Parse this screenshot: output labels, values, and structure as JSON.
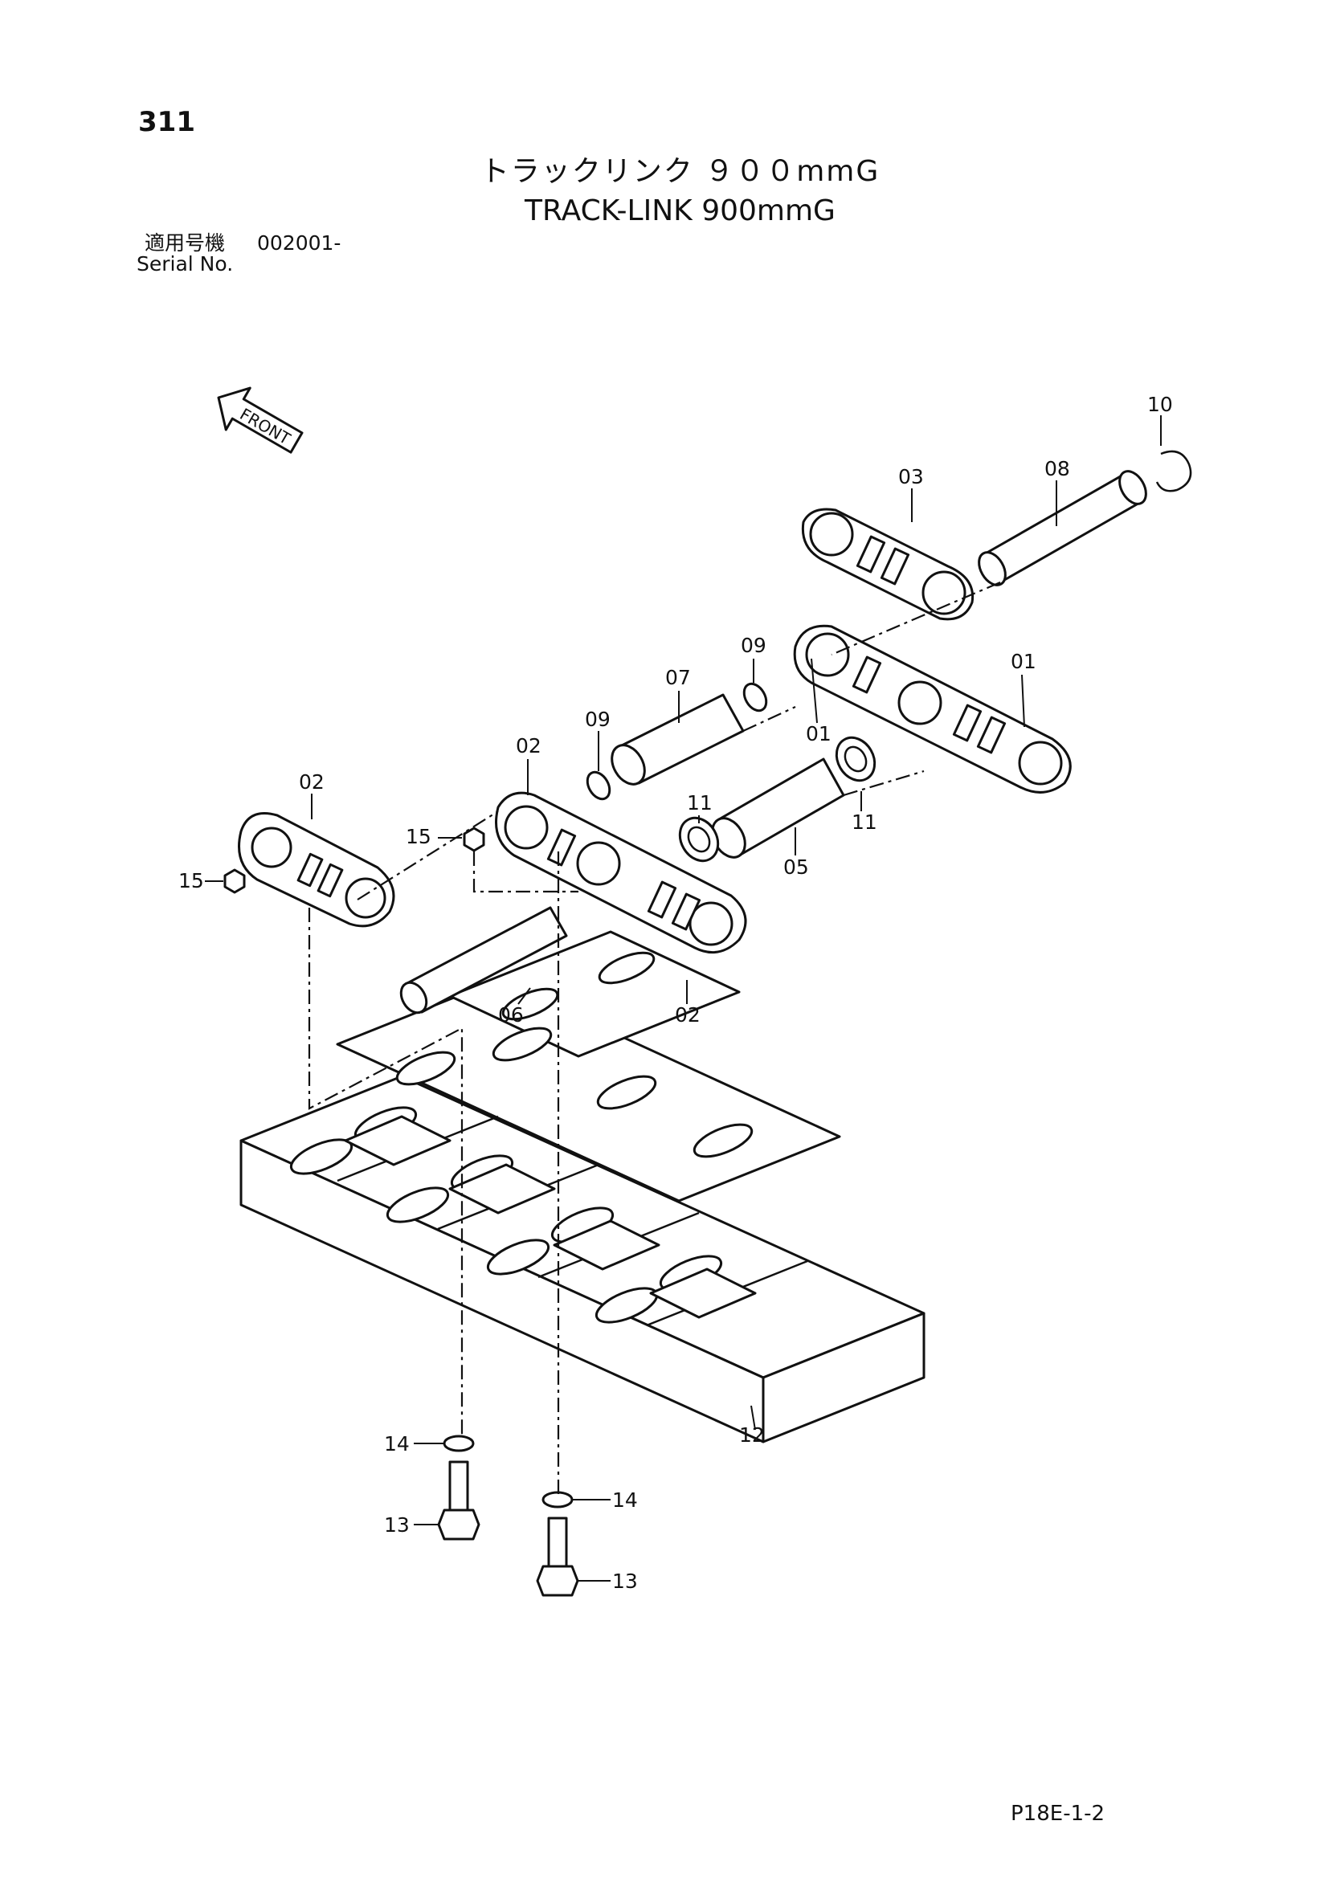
{
  "page": {
    "number": "311",
    "title_jp": "トラックリンク ９００mmG",
    "title_en": "TRACK-LINK 900mmG",
    "serial_label_jp": "適用号機",
    "serial_label_en": "Serial No.",
    "serial_value": "002001-",
    "front_label": "FRONT",
    "footer_code": "P18E-1-2"
  },
  "callouts": {
    "c01a": "01",
    "c01b": "01",
    "c02a": "02",
    "c02b": "02",
    "c02c": "02",
    "c03": "03",
    "c05": "05",
    "c06": "06",
    "c07": "07",
    "c08": "08",
    "c09a": "09",
    "c09b": "09",
    "c10": "10",
    "c11a": "11",
    "c11b": "11",
    "c12": "12",
    "c13a": "13",
    "c13b": "13",
    "c14a": "14",
    "c14b": "14",
    "c15a": "15",
    "c15b": "15"
  }
}
